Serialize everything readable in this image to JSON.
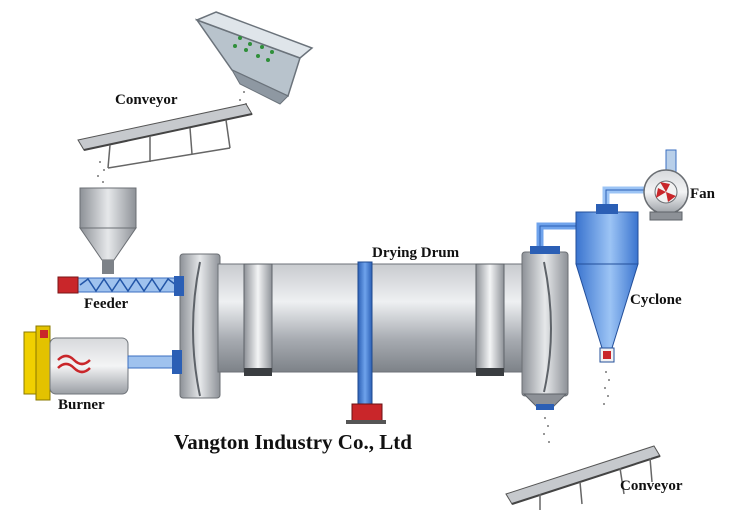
{
  "labels": {
    "conveyor_top": "Conveyor",
    "feeder": "Feeder",
    "burner": "Burner",
    "drying_drum": "Drying Drum",
    "cyclone": "Cyclone",
    "fan": "Fan",
    "conveyor_bottom": "Conveyor"
  },
  "company": "Vangton Industry Co., Ltd",
  "colors": {
    "steel": "#a9adb2",
    "blue": "#3f7fd6",
    "red": "#c9262a",
    "yellow": "#f0d000"
  }
}
